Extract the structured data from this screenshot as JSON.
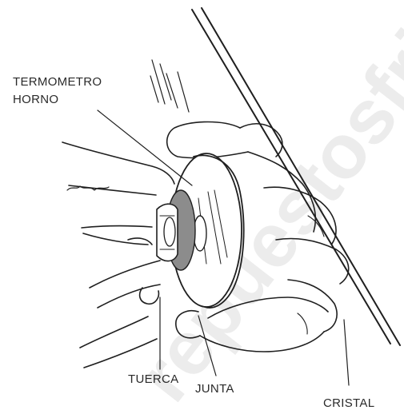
{
  "watermark": "repuestosfriores.es",
  "labels": {
    "termometro_line1": "TERMOMETRO",
    "termometro_line2": "HORNO",
    "tuerca": "TUERCA",
    "junta": "JUNTA",
    "cristal": "CRISTAL"
  },
  "colors": {
    "line": "#1f1f1f",
    "gasket": "#8c8c8c",
    "watermark": "#ececec"
  }
}
